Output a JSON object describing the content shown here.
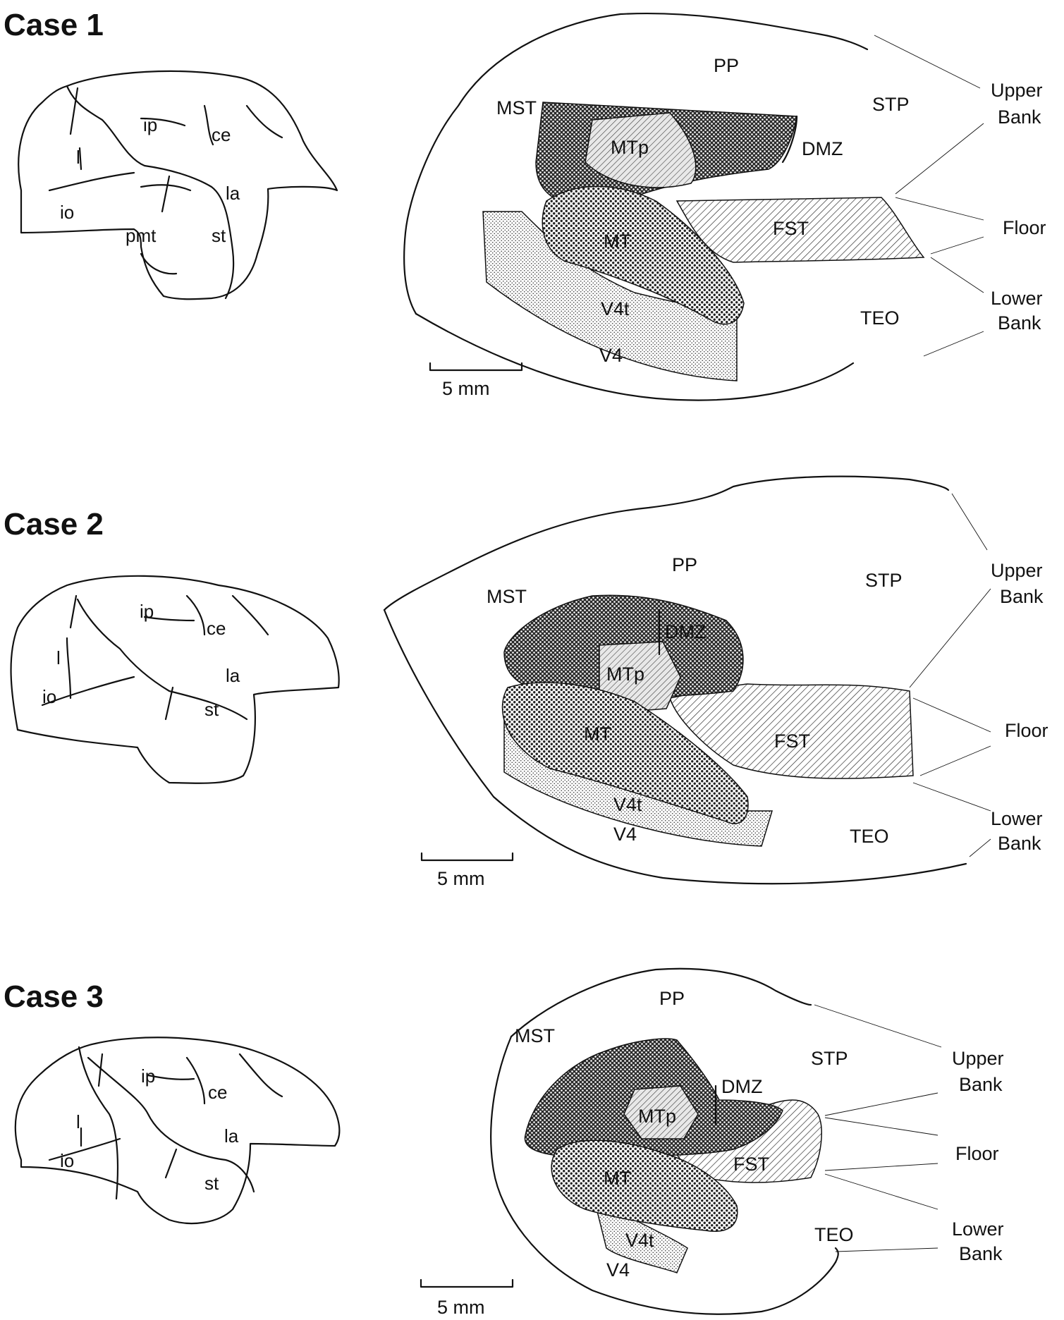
{
  "figure": {
    "scale_bar_label": "5 mm",
    "bank_labels": {
      "upper": [
        "Upper",
        "Bank"
      ],
      "floor": "Floor",
      "lower": [
        "Lower",
        "Bank"
      ]
    },
    "cases": [
      {
        "title": "Case 1",
        "sulci": [
          "ip",
          "ce",
          "l",
          "la",
          "io",
          "pmt",
          "st"
        ],
        "areas": [
          "PP",
          "STP",
          "MST",
          "MTp",
          "DMZ",
          "MT",
          "FST",
          "V4t",
          "V4",
          "TEO"
        ]
      },
      {
        "title": "Case 2",
        "sulci": [
          "ip",
          "ce",
          "l",
          "la",
          "io",
          "st"
        ],
        "areas": [
          "PP",
          "STP",
          "MST",
          "DMZ",
          "MTp",
          "MT",
          "FST",
          "V4t",
          "V4",
          "TEO"
        ]
      },
      {
        "title": "Case 3",
        "sulci": [
          "ip",
          "ce",
          "l",
          "la",
          "io",
          "st"
        ],
        "areas": [
          "PP",
          "STP",
          "MST",
          "DMZ",
          "MTp",
          "MT",
          "FST",
          "V4t",
          "V4",
          "TEO"
        ]
      }
    ]
  }
}
